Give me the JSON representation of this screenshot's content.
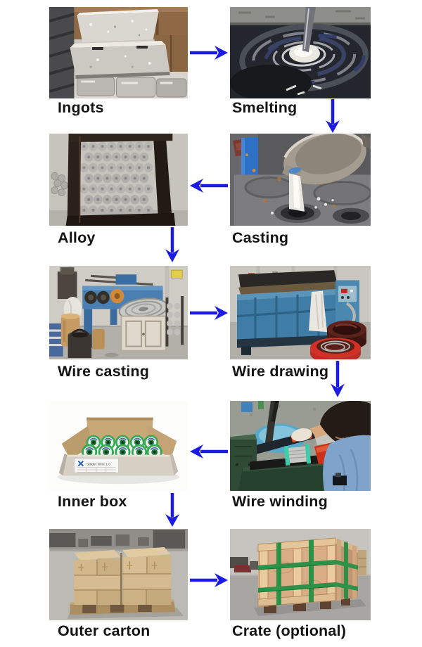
{
  "page": {
    "background": "#ffffff",
    "arrow_color": "#1b1be4",
    "label_color": "#141414"
  },
  "steps": [
    {
      "label": "Ingots"
    },
    {
      "label": "Smelting"
    },
    {
      "label": "Alloy"
    },
    {
      "label": "Casting"
    },
    {
      "label": "Wire casting"
    },
    {
      "label": "Wire drawing"
    },
    {
      "label": "Inner box"
    },
    {
      "label": "Wire winding"
    },
    {
      "label": "Outer carton"
    },
    {
      "label": "Crate (optional)"
    }
  ],
  "inner_box": {
    "label_text": "Solder Wire 1.0"
  },
  "flow": {
    "sequence": [
      "Ingots",
      "Smelting",
      "Casting",
      "Alloy",
      "Wire casting",
      "Wire drawing",
      "Wire winding",
      "Inner box",
      "Outer carton",
      "Crate (optional)"
    ],
    "arrows": [
      {
        "from": "Ingots",
        "to": "Smelting",
        "direction": "right"
      },
      {
        "from": "Smelting",
        "to": "Casting",
        "direction": "down"
      },
      {
        "from": "Casting",
        "to": "Alloy",
        "direction": "left"
      },
      {
        "from": "Alloy",
        "to": "Wire casting",
        "direction": "down"
      },
      {
        "from": "Wire casting",
        "to": "Wire drawing",
        "direction": "right"
      },
      {
        "from": "Wire drawing",
        "to": "Wire winding",
        "direction": "down"
      },
      {
        "from": "Wire winding",
        "to": "Inner box",
        "direction": "left"
      },
      {
        "from": "Inner box",
        "to": "Outer carton",
        "direction": "down"
      },
      {
        "from": "Outer carton",
        "to": "Crate (optional)",
        "direction": "right"
      }
    ]
  }
}
